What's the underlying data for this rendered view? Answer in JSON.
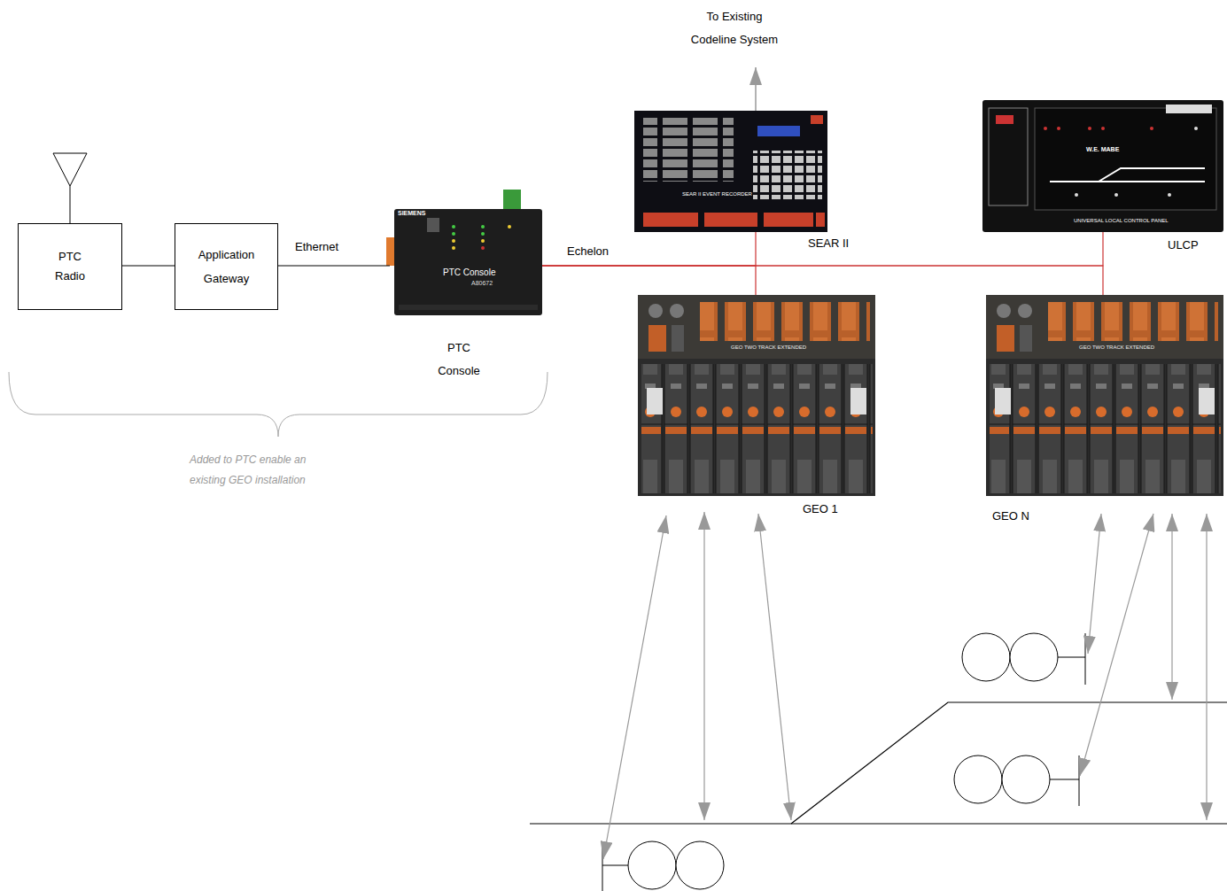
{
  "diagram": {
    "nodes": [
      {
        "text": [
          "PTC Radio"
        ]
      },
      {
        "text": [
          "Application Gateway"
        ]
      },
      {
        "text": [
          "PTC Console"
        ]
      },
      {
        "text": [
          "SEAR II"
        ]
      },
      {
        "text": [
          "ULCP"
        ]
      },
      {
        "text": [
          "GEO 1"
        ]
      },
      {
        "text": [
          "GEO N"
        ]
      },
      {
        "text": [
          "To Existing Codeline System"
        ]
      }
    ],
    "edges": [
      {
        "from": 0,
        "to": 1,
        "arrow": "none"
      },
      {
        "from": 1,
        "to": 2,
        "label": "Ethernet",
        "arrow": "none"
      },
      {
        "from": 2,
        "to": 3,
        "label": "Echelon",
        "arrow": "none"
      },
      {
        "from": 2,
        "to": 5,
        "arrow": "none"
      },
      {
        "from": 2,
        "to": 4,
        "arrow": "none"
      },
      {
        "from": 2,
        "to": 6,
        "arrow": "none"
      },
      {
        "from": 3,
        "to": 7,
        "arrow": "to"
      }
    ],
    "labels": [
      "Added to PTC enable an existing GEO installation",
      "SIEMENS",
      "PTC Console",
      "A80672",
      "SEAR II EVENT RECORDER",
      "W.E. MABE",
      "UNIVERSAL LOCAL CONTROL PANEL",
      "GEO TWO TRACK EXTENDED",
      "GEO TWO TRACK EXTENDED"
    ]
  }
}
